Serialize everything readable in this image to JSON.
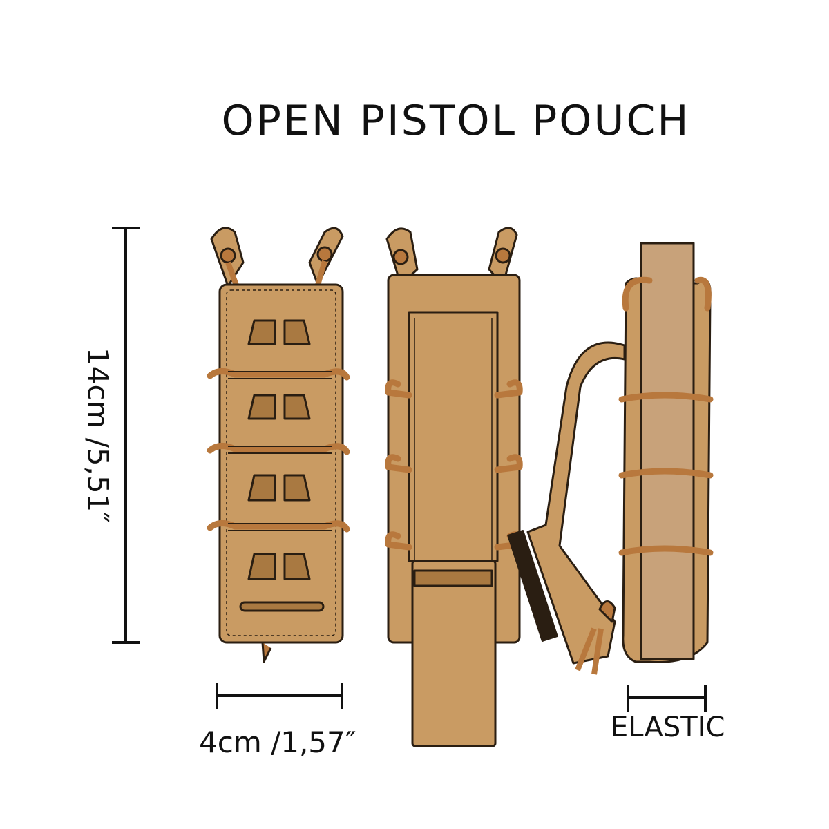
{
  "title": "OPEN PISTOL POUCH",
  "dimensions": {
    "height_label": "14cm /5,51″",
    "width_label": "4cm /1,57″",
    "elastic_label": "ELASTIC"
  },
  "colors": {
    "pouch_fill": "#c99b63",
    "pouch_dark": "#a97941",
    "cord": "#b8783d",
    "outline": "#2a1e12",
    "gun_fill": "#c8a27a"
  }
}
